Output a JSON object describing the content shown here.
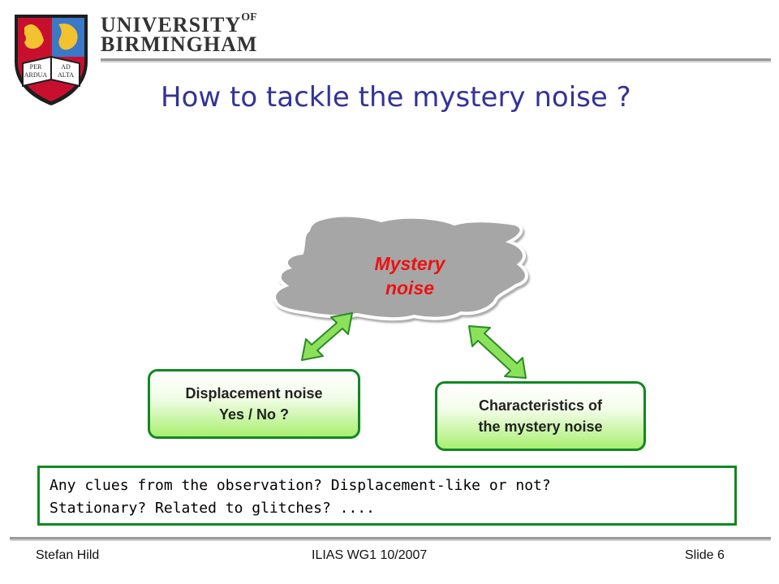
{
  "header": {
    "institution_line1": "UNIVERSITY",
    "institution_of": "OF",
    "institution_line2": "BIRMINGHAM",
    "crest_book_left": [
      "PER",
      "ARDUA"
    ],
    "crest_book_right": [
      "AD",
      "ALTA"
    ]
  },
  "slide": {
    "title": "How to tackle the mystery noise ?",
    "cloud_label_line1": "Mystery",
    "cloud_label_line2": "noise",
    "left_box_line1": "Displacement noise",
    "left_box_line2": "Yes / No ?",
    "right_box_line1": "Characteristics of",
    "right_box_line2": "the mystery noise",
    "clues_line1": "Any clues from the observation? Displacement-like or not?",
    "clues_line2": "Stationary? Related to glitches? ...."
  },
  "footer": {
    "author": "Stefan Hild",
    "event": "ILIAS WG1 10/2007",
    "slide_number": "Slide 6"
  },
  "colors": {
    "title": "#333399",
    "cloud_fill": "#a6a6a6",
    "cloud_label": "#ee1111",
    "box_border": "#118822",
    "arrow_fill": "#8be25a",
    "arrow_stroke": "#2a8a2a"
  },
  "icons": [
    "university-crest-icon",
    "double-headed-arrow-icon"
  ]
}
